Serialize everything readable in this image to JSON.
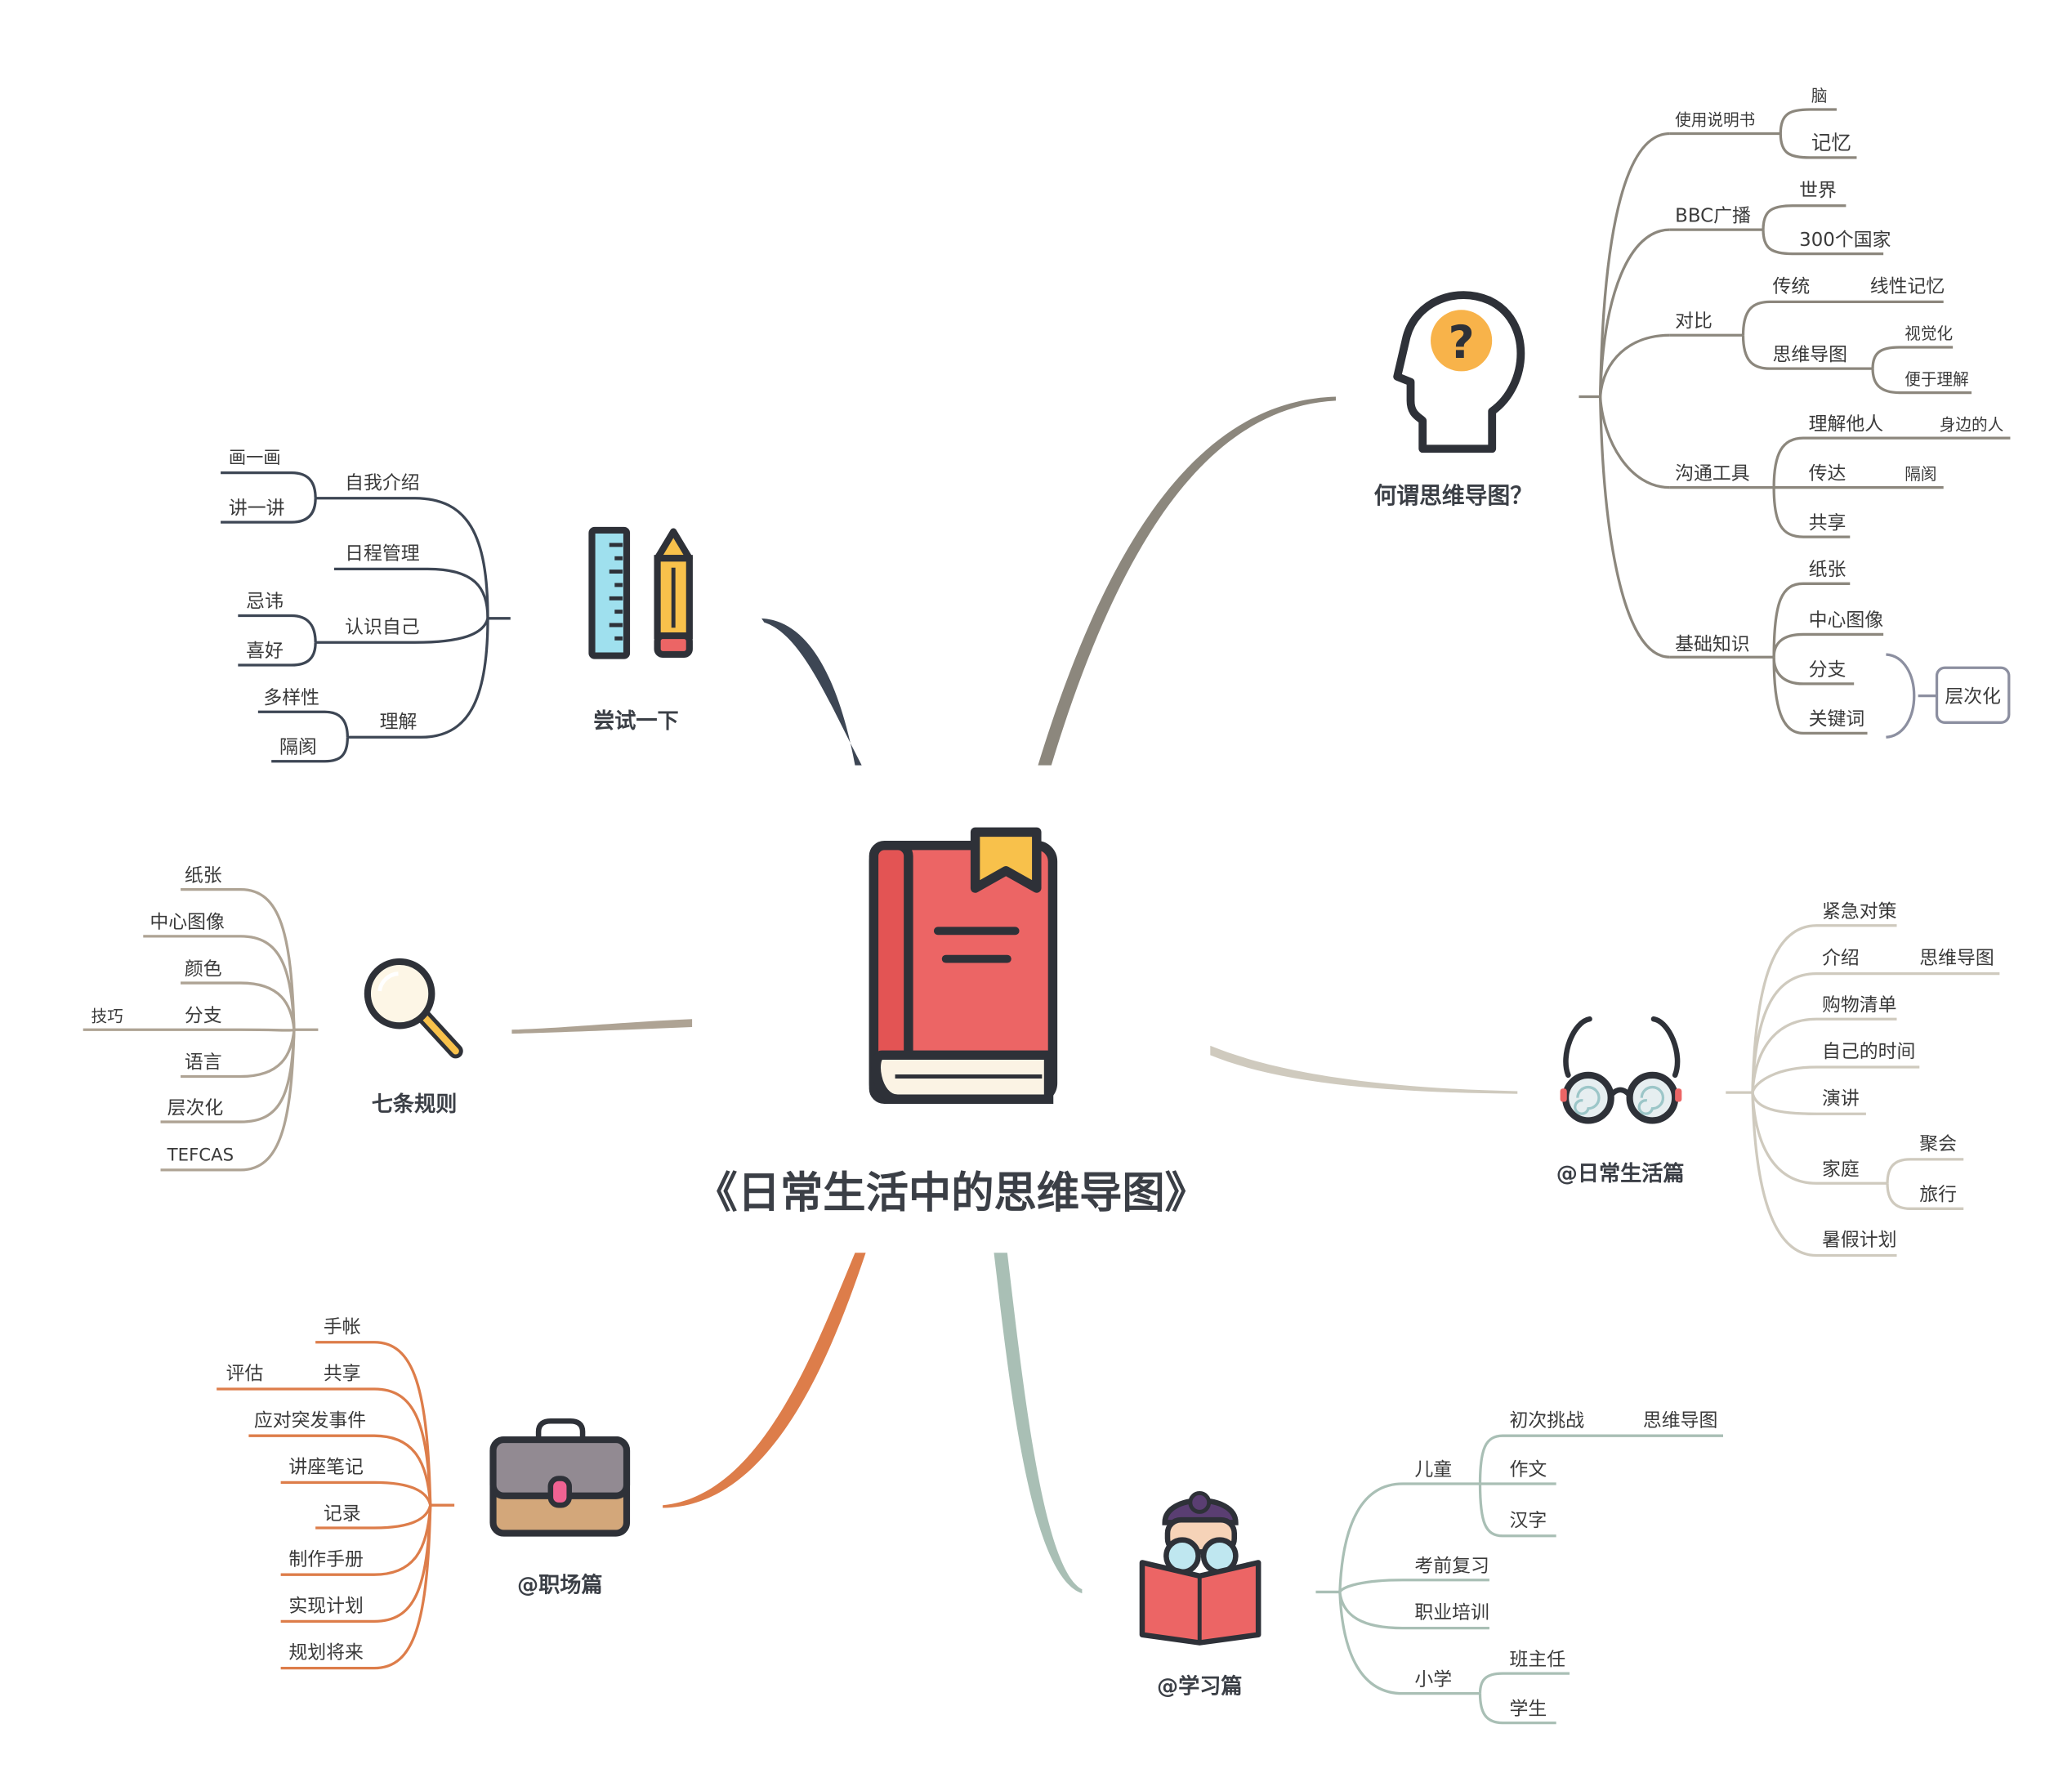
{
  "center": {
    "title": "《日常生活中的思维导图》"
  },
  "colors": {
    "what": "#8c877d",
    "try": "#3d4654",
    "rules": "#aea394",
    "daily": "#cfcabe",
    "work": "#dd7d4a",
    "study": "#a9bfb5",
    "book_red": "#ec6565",
    "book_gold": "#f8c14b",
    "outline": "#2e3138"
  },
  "branches": {
    "what": {
      "title": "何谓思维导图？",
      "icon": "head-question-icon",
      "groups": {
        "manual": {
          "label": "使用说明书",
          "children": [
            "脑",
            "记忆"
          ]
        },
        "bbc": {
          "label": "BBC广播",
          "children": [
            "世界",
            "300个国家"
          ]
        },
        "compare": {
          "label": "对比",
          "traditional": "传统",
          "linear": "线性记忆",
          "mindmap": "思维导图",
          "visual": "视觉化",
          "easy": "便于理解"
        },
        "comm": {
          "label": "沟通工具",
          "understand": "理解他人",
          "nearby": "身边的人",
          "convey": "传达",
          "gap": "隔阂",
          "share": "共享"
        },
        "basic": {
          "label": "基础知识",
          "children": [
            "纸张",
            "中心图像",
            "分支",
            "关键词"
          ],
          "boxed": "层次化"
        }
      }
    },
    "try": {
      "title": "尝试一下",
      "icon": "ruler-pencil-icon",
      "groups": {
        "intro": {
          "label": "自我介绍",
          "children": [
            "画一画",
            "讲一讲"
          ]
        },
        "schedule": {
          "label": "日程管理"
        },
        "self": {
          "label": "认识自己",
          "children": [
            "忌讳",
            "喜好"
          ]
        },
        "understand": {
          "label": "理解",
          "children": [
            "多样性",
            "隔阂"
          ]
        }
      }
    },
    "rules": {
      "title": "七条规则",
      "icon": "magnifier-icon",
      "items": [
        "纸张",
        "中心图像",
        "颜色",
        "分支",
        "语言",
        "层次化",
        "TEFCAS"
      ],
      "tip": "技巧"
    },
    "daily": {
      "title": "@日常生活篇",
      "icon": "glasses-icon",
      "items": [
        "紧急对策",
        "介绍",
        "购物清单",
        "自己的时间",
        "演讲",
        "家庭",
        "暑假计划"
      ],
      "intro_child": "思维导图",
      "family_children": [
        "聚会",
        "旅行"
      ]
    },
    "work": {
      "title": "@职场篇",
      "icon": "briefcase-icon",
      "items": [
        "手帐",
        "共享",
        "应对突发事件",
        "讲座笔记",
        "记录",
        "制作手册",
        "实现计划",
        "规划将来"
      ],
      "share_child": "评估"
    },
    "study": {
      "title": "@学习篇",
      "icon": "student-reading-icon",
      "groups": {
        "child": {
          "label": "儿童",
          "first": "初次挑战",
          "first_child": "思维导图",
          "children": [
            "作文",
            "汉字"
          ]
        },
        "exam": {
          "label": "考前复习"
        },
        "job": {
          "label": "职业培训"
        },
        "primary": {
          "label": "小学",
          "children": [
            "班主任",
            "学生"
          ]
        }
      }
    }
  }
}
